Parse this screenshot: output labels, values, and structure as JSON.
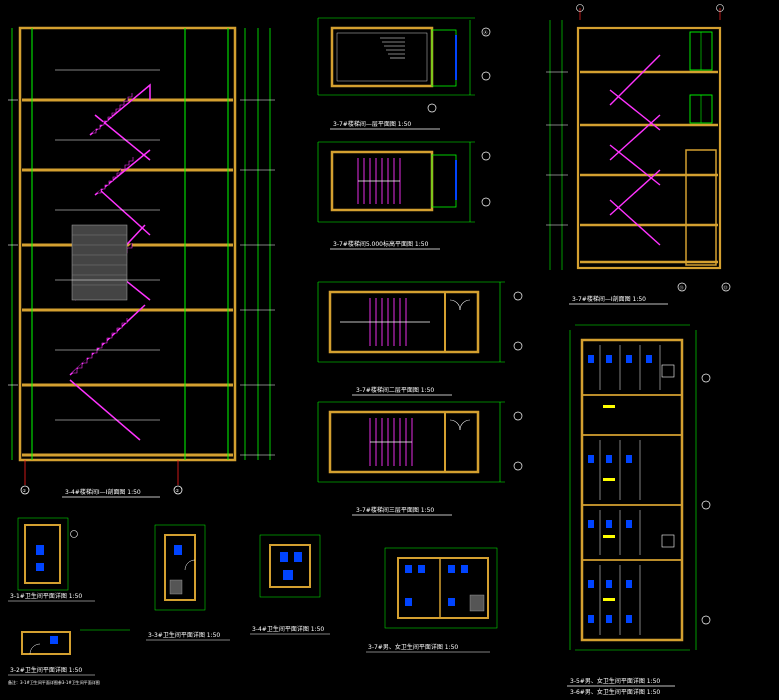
{
  "colors": {
    "background": "#000000",
    "wall": "#d4a030",
    "stair": "#ff33ff",
    "axis": "#ff2020",
    "dimension": "#00ff00",
    "fixture": "#0044ff",
    "text": "#ffffff",
    "tag": "#ffff00"
  },
  "drawings": {
    "section_main": "3-4#楼梯间I—I剖面图  1:50",
    "plan_a": "3-7#楼梯间—层平面图  1:50",
    "plan_b": "3-7#楼梯间5.000标高平面图  1:50",
    "plan_c": "3-7#楼梯间二层平面图  1:50",
    "plan_d": "3-7#楼梯间三层平面图  1:50",
    "section_right": "3-7#楼梯间—I剖面图  1:50",
    "toilet_1": "3-1#卫生间平面详图  1:50",
    "toilet_2": "3-2#卫生间平面详图  1:50",
    "toilet_3": "3-3#卫生间平面详图  1:50",
    "toilet_4": "3-4#卫生间平面详图  1:50",
    "toilet_5": "3-7#男、女卫生间平面详图  1:50",
    "toilet_6a": "3-5#男、女卫生间平面详图  1:50",
    "toilet_6b": "3-6#男、女卫生间平面详图  1:50"
  },
  "axis_tags": {
    "main_left": "①",
    "main_right": "②",
    "right_left": "⑪",
    "right_right": "⑫",
    "plan_side": "Ⓐ"
  },
  "footnote": "备注：3-1#卫生间平面详图参3-1#卫生间平面详图"
}
